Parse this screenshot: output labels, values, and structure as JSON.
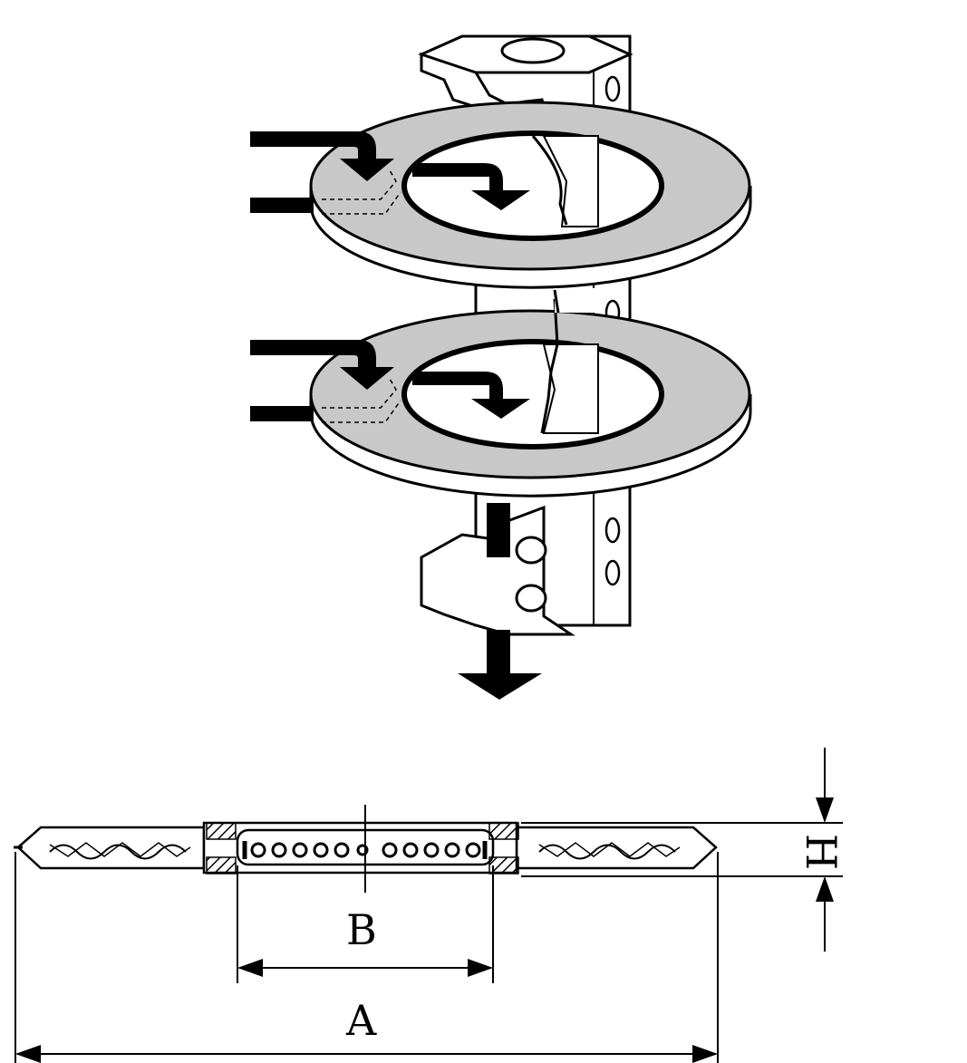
{
  "diagram": {
    "dimensions": {
      "outer": "A",
      "inner": "B",
      "thickness": "H"
    },
    "colors": {
      "ink": "#000000",
      "ring_fill": "#c8c8c8",
      "paper": "#ffffff"
    }
  }
}
